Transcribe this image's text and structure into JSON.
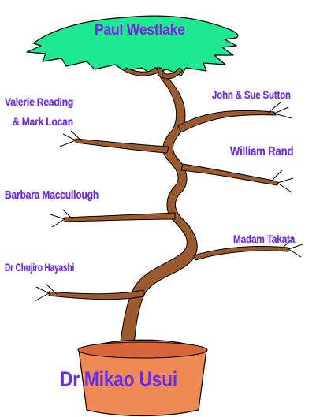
{
  "diagram": {
    "top": "Paul Westlake",
    "branches_left": [
      {
        "line1": "Valerie Reading",
        "line2": "& Mark Locan"
      },
      {
        "line1": "Barbara Maccullough"
      },
      {
        "line1": "Dr Chujiro Hayashi"
      }
    ],
    "branches_right": [
      {
        "line1": "John & Sue Sutton"
      },
      {
        "line1": "William Rand"
      },
      {
        "line1": "Madam Takata"
      }
    ],
    "root": "Dr Mikao Usui"
  },
  "colors": {
    "canopy_fill": "#1ee890",
    "canopy_stroke": "#000000",
    "trunk_fill": "#9a5a2e",
    "pot_fill": "#f08a55",
    "label_text": "#6a2fd6"
  }
}
